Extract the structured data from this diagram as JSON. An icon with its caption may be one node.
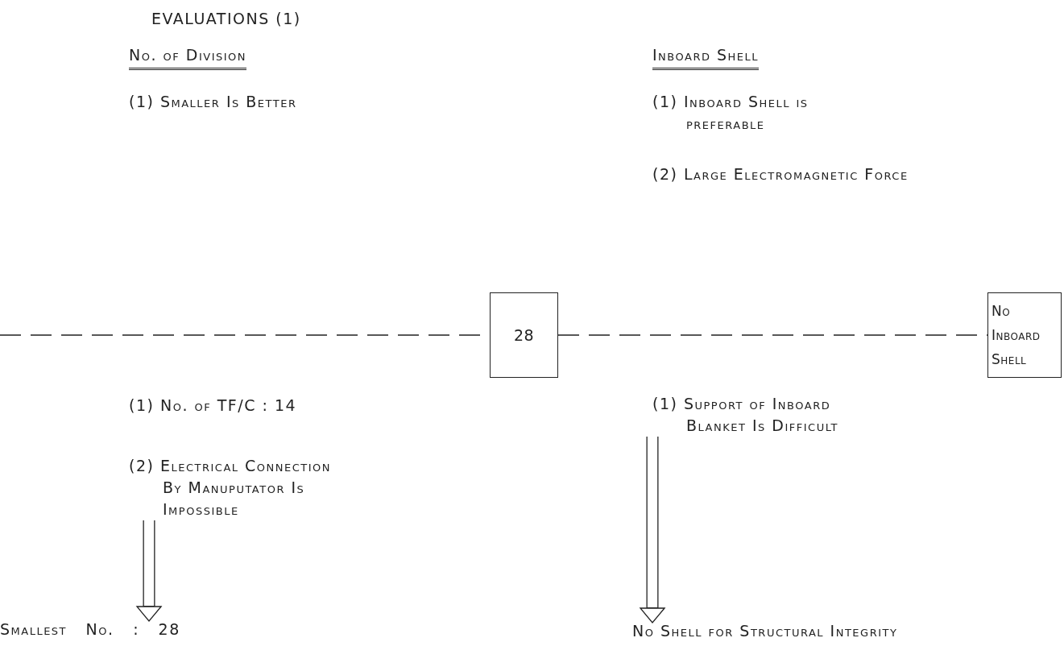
{
  "diagram": {
    "title": "EVALUATIONS (1)",
    "nodes": [
      {
        "text": [
          "28"
        ]
      },
      {
        "text": [
          "No Inboard Shell"
        ]
      },
      {
        "text": [
          "(2) Electrical Connection By Manuputator Is Impossible"
        ]
      },
      {
        "text": [
          "Smallest No. : 28"
        ]
      },
      {
        "text": [
          "(1) Support of Inboard Blanket Is Difficult"
        ]
      },
      {
        "text": [
          "No Shell for Structural Integrity"
        ]
      }
    ],
    "edges": [
      {
        "from": null,
        "to": 0,
        "arrow": "none",
        "style": "dashed"
      },
      {
        "from": 0,
        "to": 1,
        "arrow": "none",
        "style": "dashed"
      },
      {
        "from": 2,
        "to": 3,
        "arrow": "to"
      },
      {
        "from": 4,
        "to": 5,
        "arrow": "to"
      }
    ],
    "labels": [
      "No. of Division",
      "Inboard Shell",
      "(1) Smaller Is Better",
      "(1) Inboard Shell is preferable",
      "(2) Large Electromagnetic Force",
      "(1) No. of TF/C : 14"
    ]
  }
}
